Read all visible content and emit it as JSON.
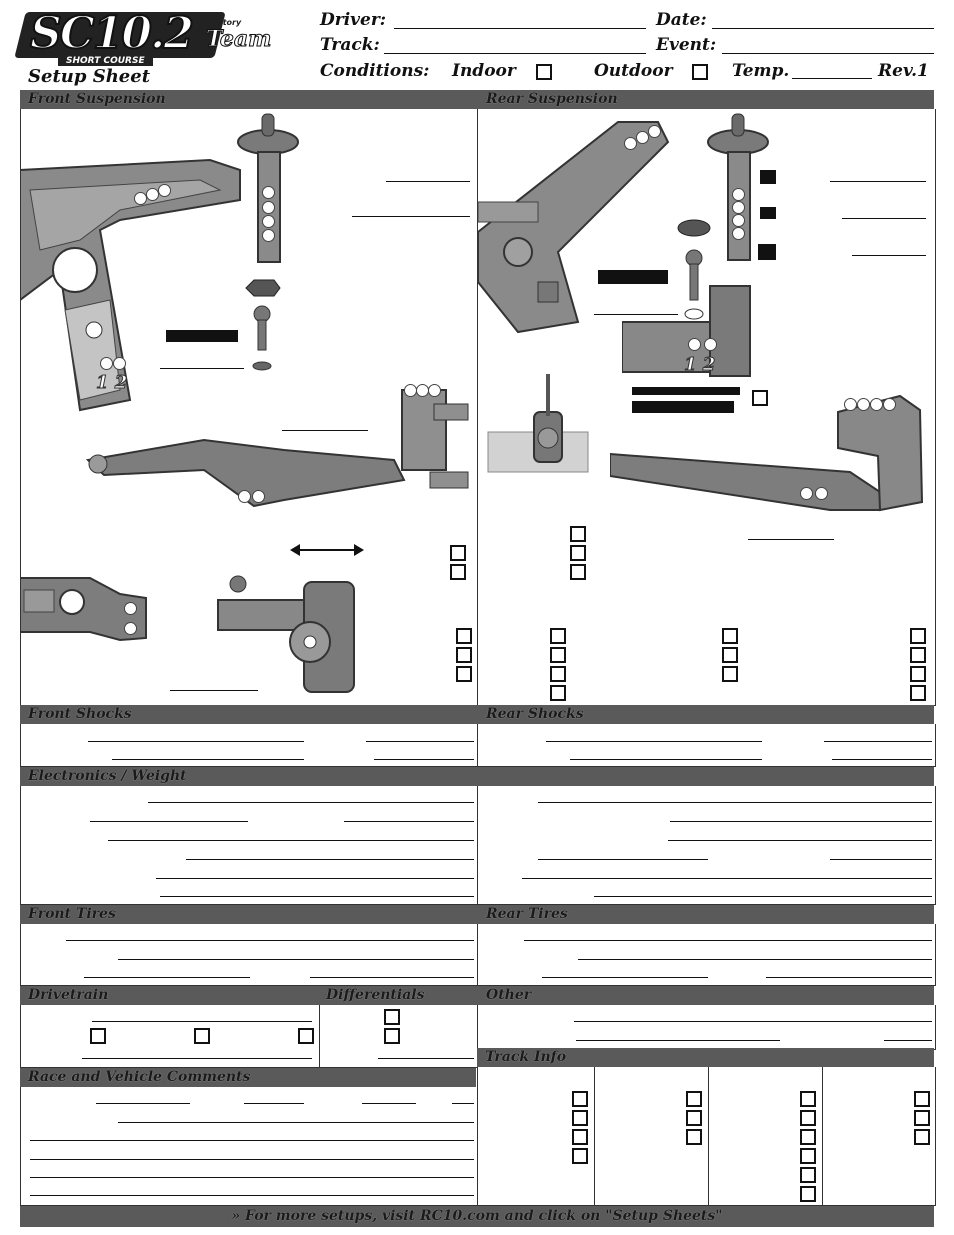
{
  "header": {
    "logo_main": "SC10.2",
    "logo_sub": "SHORT COURSE",
    "logo_team_small": "Factory",
    "logo_team": "Team",
    "title": "Setup Sheet",
    "driver_label": "Driver:",
    "date_label": "Date:",
    "track_label": "Track:",
    "event_label": "Event:",
    "conditions_label": "Conditions:",
    "indoor_label": "Indoor",
    "outdoor_label": "Outdoor",
    "temp_label": "Temp.",
    "rev_label": "Rev.1"
  },
  "sections": {
    "front_suspension": "Front Suspension",
    "rear_suspension": "Rear Suspension",
    "front_shocks": "Front Shocks",
    "rear_shocks": "Rear Shocks",
    "electronics": "Electronics / Weight",
    "front_tires": "Front Tires",
    "rear_tires": "Rear Tires",
    "drivetrain": "Drivetrain",
    "differentials": "Differentials",
    "other": "Other",
    "track_info": "Track Info",
    "race_comments": "Race and Vehicle Comments"
  },
  "diagram_labels": {
    "front_hub_numbers": "1 2",
    "rear_hub_numbers": "1 2"
  },
  "footer": {
    "text": "» For more setups, visit RC10.com and click on \"Setup Sheets\""
  },
  "colors": {
    "section_bar": "#5a5a5a",
    "part_gray": "#7d7d7d",
    "ink": "#111111"
  }
}
